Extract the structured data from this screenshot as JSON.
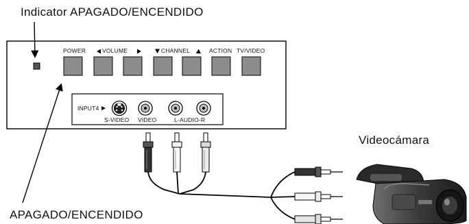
{
  "callouts": {
    "indicator": "Indicator APAGADO/ENCENDIDO",
    "power": "APAGADO/ENCENDIDO",
    "camcorder": "Videocámara"
  },
  "panel": {
    "buttons": [
      "POWER",
      "VOLUME",
      "CHANNEL",
      "ACTION",
      "TV/VIDEO"
    ],
    "input_label": "INPUT4",
    "jacks": {
      "svideo": "S-VIDEO",
      "video": "VIDEO",
      "audio": "L-AUDIO-R"
    }
  },
  "icons": [
    "power-indicator-led",
    "left-triangle-icon",
    "right-triangle-icon",
    "down-triangle-icon",
    "up-triangle-icon",
    "input-arrow-icon",
    "svideo-jack-icon",
    "rca-jack-icon",
    "rca-plug-icon",
    "camcorder-icon"
  ]
}
